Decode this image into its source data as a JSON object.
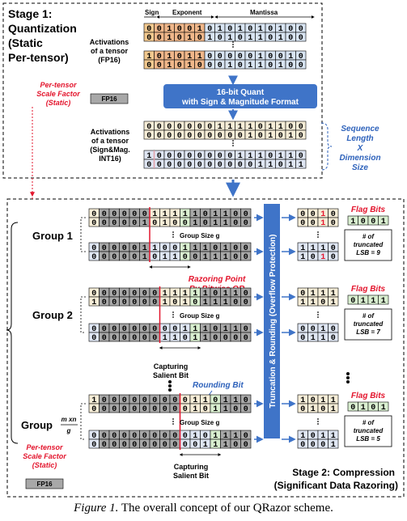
{
  "stage1": {
    "title": [
      "Stage 1:",
      "Quantization",
      "(Static",
      "Per-tensor)"
    ],
    "header_sign": "Sign",
    "header_exponent": "Exponent",
    "header_mantissa": "Mantissa",
    "act_fp16_label": [
      "Activations",
      "of a tensor",
      "(FP16)"
    ],
    "fp16_rows_a": [
      "0010010101010100",
      "0010101010110100"
    ],
    "fp16_rows_b": [
      "1010110000010010",
      "0010100010110100"
    ],
    "scale_label": [
      "Per-tensor",
      "Scale Factor",
      "(Static)"
    ],
    "scale_box": "FP16",
    "quant_box": [
      "16-bit Quant",
      "with Sign & Magnitude Format"
    ],
    "act_int16_label": [
      "Activations",
      "of a tensor",
      "(Sign&Mag.",
      "INT16)"
    ],
    "int16_rows_a": [
      "0000000111101100",
      "0000000000101010"
    ],
    "int16_rows_b": [
      "1000000001110110",
      "0000000000011011"
    ],
    "seq_label": [
      "Sequence",
      "Length",
      "X",
      "Dimension",
      "Size"
    ]
  },
  "stage2": {
    "title": [
      "Stage 2: Compression",
      "(Significant Data Razoring)"
    ],
    "groups": [
      {
        "label": "Group 1",
        "rows_a": [
          "0000001111101100",
          "0000010100101100"
        ],
        "rows_b": [
          "0000011001110100",
          "0000010110011100"
        ],
        "out_a": [
          "0010",
          "0010"
        ],
        "out_b": [
          "1110",
          "1010"
        ],
        "flag_bits": "1001",
        "note": [
          "# of",
          "truncated",
          "LSB = 9"
        ]
      },
      {
        "label": "Group 2",
        "rows_a": [
          "0000000111110110",
          "1000000101011100"
        ],
        "rows_b": [
          "0000000001110110",
          "0000000110110000"
        ],
        "out_a": [
          "0111",
          "1101"
        ],
        "out_b": [
          "0010",
          "0110"
        ],
        "flag_bits": "0111",
        "note": [
          "# of",
          "truncated",
          "LSB = 7"
        ]
      },
      {
        "label": "Group",
        "label_frac_num": "m xn",
        "label_frac_den": "g",
        "rows_a": [
          "1000000000110110",
          "0000000000101100"
        ],
        "rows_b": [
          "0000000000101110",
          "0000000000011100"
        ],
        "out_a": [
          "1011",
          "0101"
        ],
        "out_b": [
          "1011",
          "0001"
        ],
        "flag_bits": "0101",
        "note": [
          "# of",
          "truncated",
          "LSB = 5"
        ]
      }
    ],
    "group_size_label": "Group Size",
    "group_size_var": "g",
    "razoring_label": [
      "Razoring Point",
      "By Bitwise OR"
    ],
    "capture_label": [
      "Capturing",
      "Salient Bit"
    ],
    "rounding_label": "Rounding Bit",
    "vertical_label": "Truncation & Rounding (Overflow Protection)",
    "flag_title": "Flag Bits",
    "scale_label": [
      "Per-tensor",
      "Scale Factor",
      "(Static)"
    ],
    "scale_box": "FP16"
  },
  "caption_prefix": "Figure 1.",
  "caption_text": "The overall concept of our QRazor scheme.",
  "colors": {
    "sign": "#f2c98f",
    "exponent": "#f0b78a",
    "mantissa_lt": "#d8e4f2",
    "int_fill": "#f6edd7",
    "int_fill2": "#dfe6f3",
    "gray": "#a8a8a8",
    "green": "#d9efd0",
    "blue_box": "#3f74c8",
    "red": "#e3142c",
    "dark_blue": "#2e62bb"
  }
}
